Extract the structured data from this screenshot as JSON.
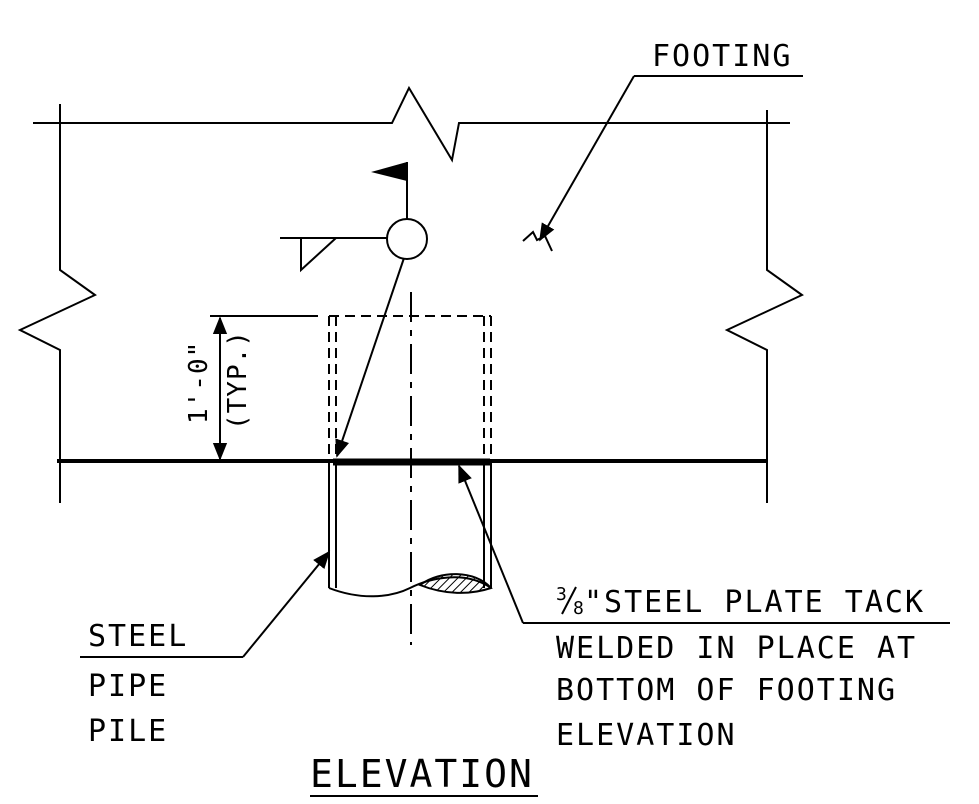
{
  "labels": {
    "footing": "FOOTING",
    "dimension_line1": "1'-0\"",
    "dimension_line2": "(TYP.)",
    "steel_pipe_pile": [
      "STEEL",
      "PIPE",
      "PILE"
    ],
    "plate_fraction_num": "3",
    "plate_fraction_den": "8",
    "plate_note": [
      "\"STEEL PLATE TACK",
      "WELDED IN PLACE AT",
      "BOTTOM OF FOOTING",
      "ELEVATION"
    ],
    "view_title": "ELEVATION"
  },
  "colors": {
    "line": "#000000",
    "background": "#ffffff"
  }
}
